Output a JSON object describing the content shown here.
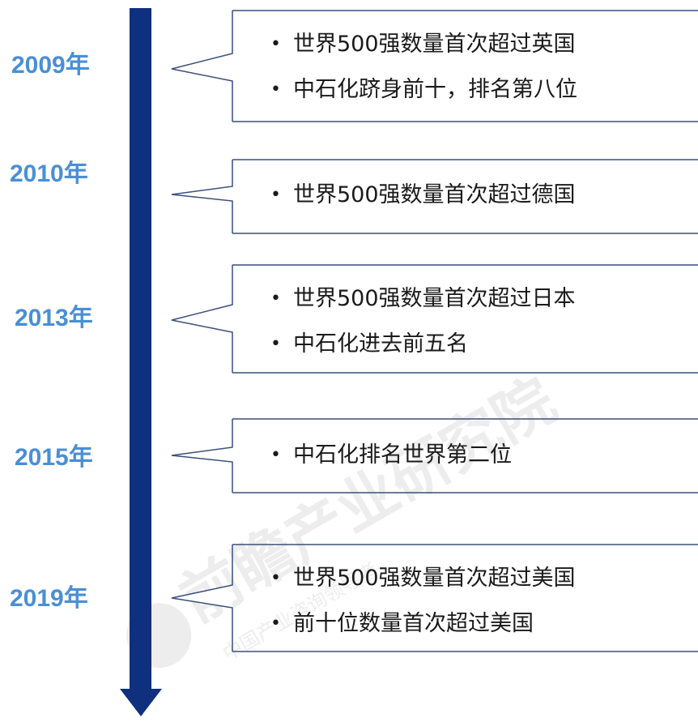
{
  "timeline": {
    "axis_color": "#0f2f7f",
    "year_color": "#4a8fd4",
    "entries": [
      {
        "year": "2009年",
        "items": [
          "世界500强数量首次超过英国",
          "中石化跻身前十，排名第八位"
        ]
      },
      {
        "year": "2010年",
        "items": [
          "世界500强数量首次超过德国"
        ]
      },
      {
        "year": "2013年",
        "items": [
          "世界500强数量首次超过日本",
          "中石化进去前五名"
        ]
      },
      {
        "year": "2015年",
        "items": [
          "中石化排名世界第二位"
        ]
      },
      {
        "year": "2019年",
        "items": [
          "世界500强数量首次超过美国",
          "前十位数量首次超过美国"
        ]
      }
    ]
  },
  "watermark": {
    "text_main": "前瞻产业研究院",
    "text_sub": "中国产业咨询领导者"
  }
}
